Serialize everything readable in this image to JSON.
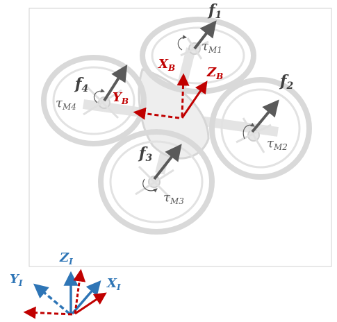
{
  "labels": {
    "f1": {
      "main": "f",
      "sub": "1"
    },
    "f2": {
      "main": "f",
      "sub": "2"
    },
    "f3": {
      "main": "f",
      "sub": "3"
    },
    "f4": {
      "main": "f",
      "sub": "4"
    },
    "tau1": {
      "main": "τ",
      "sub": "M1"
    },
    "tau2": {
      "main": "τ",
      "sub": "M2"
    },
    "tau3": {
      "main": "τ",
      "sub": "M3"
    },
    "tau4": {
      "main": "τ",
      "sub": "M4"
    },
    "xb": {
      "main": "X",
      "sub": "B"
    },
    "yb": {
      "main": "Y",
      "sub": "B"
    },
    "zb": {
      "main": "Z",
      "sub": "B"
    },
    "xi": {
      "main": "X",
      "sub": "I"
    },
    "yi": {
      "main": "Y",
      "sub": "I"
    },
    "zi": {
      "main": "Z",
      "sub": "I"
    }
  },
  "colors": {
    "body_frame": "#c00000",
    "inertial_frame": "#2e75b6",
    "force_arrow": "#5a5a5a",
    "drone": "#d9d9d9"
  }
}
